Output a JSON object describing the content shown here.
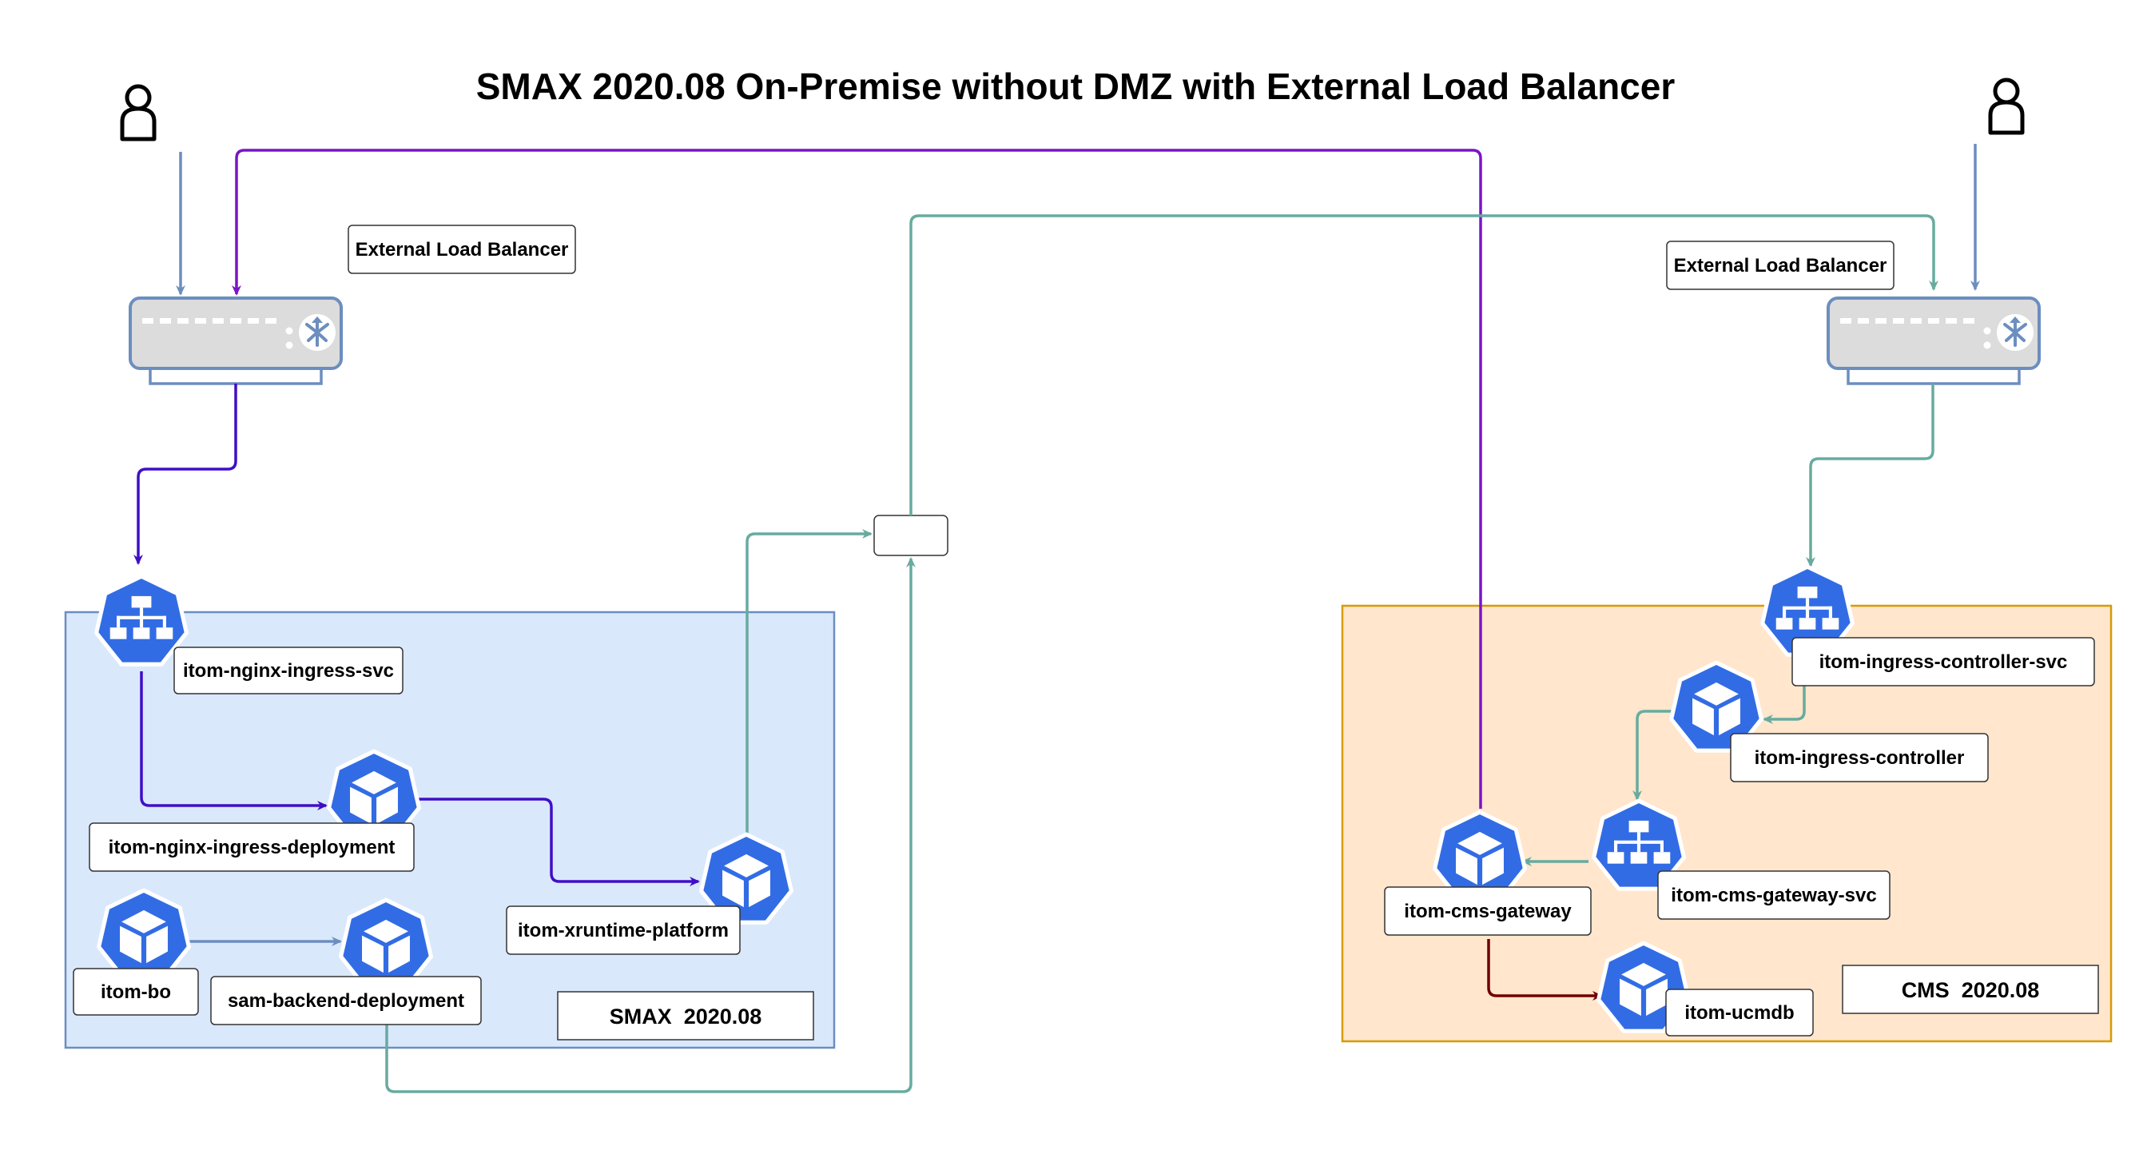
{
  "title": "SMAX 2020.08 On-Premise without DMZ with External Load Balancer",
  "load_balancers": {
    "left_label": "External Load Balancer",
    "right_label": "External Load Balancer"
  },
  "zones": {
    "smax": {
      "label": "SMAX  2020.08",
      "fill": "#dae8fc",
      "stroke": "#6c8ebf"
    },
    "cms": {
      "label": "CMS  2020.08",
      "fill": "#ffe6cc",
      "stroke": "#d79b00"
    }
  },
  "nodes": {
    "nginx_svc": "itom-nginx-ingress-svc",
    "nginx_deploy": "itom-nginx-ingress-deployment",
    "xruntime": "itom-xruntime-platform",
    "itom_bo": "itom-bo",
    "sam_backend": "sam-backend-deployment",
    "ingress_ctrl_svc": "itom-ingress-controller-svc",
    "ingress_ctrl": "itom-ingress-controller",
    "cms_gateway_svc": "itom-cms-gateway-svc",
    "cms_gateway": "itom-cms-gateway",
    "ucmdb": "itom-ucmdb"
  },
  "colors": {
    "k8s_icon": "#326ce5",
    "purple_flow": "#7a14c9",
    "indigo_flow": "#3f0fc7",
    "teal_flow": "#67ab9f",
    "blue_flow": "#6c8ebf",
    "brown_flow": "#6f0000"
  }
}
